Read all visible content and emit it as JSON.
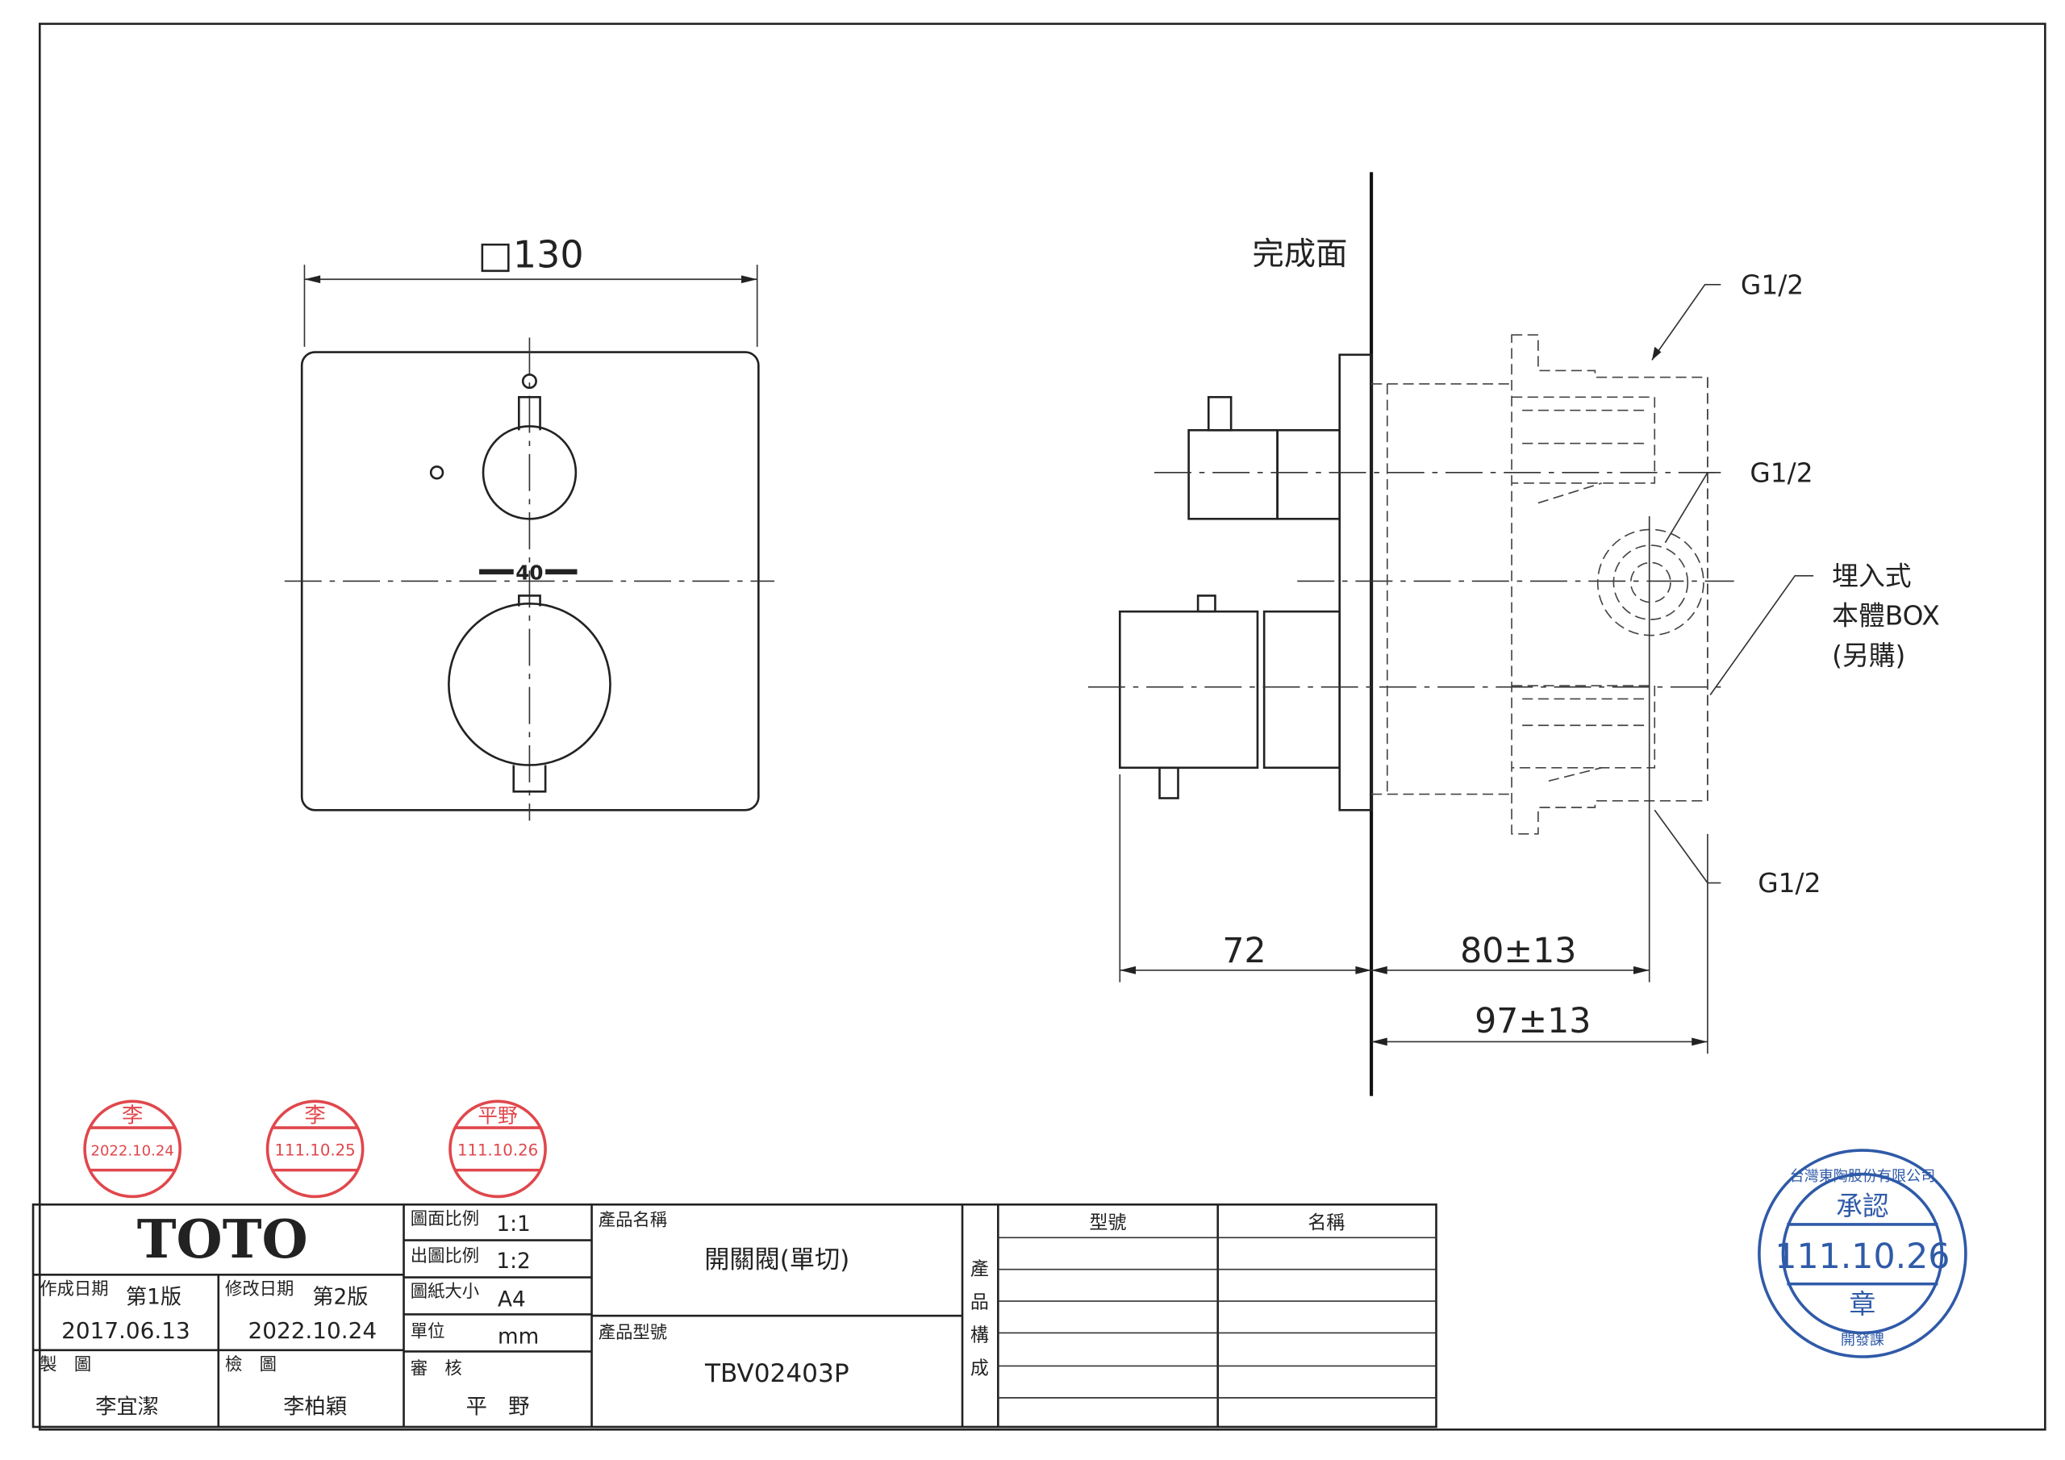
{
  "front_view": {
    "size_label": "□130",
    "knob_mark": "40"
  },
  "side_view": {
    "finish_surface_label": "完成面",
    "port_labels": [
      "G1/2",
      "G1/2",
      "G1/2"
    ],
    "box_note": [
      "埋入式",
      "本體BOX",
      "(另購)"
    ],
    "dimensions": {
      "d1": "72",
      "d2": "80±13",
      "d3": "97±13"
    }
  },
  "title_block": {
    "logo": "TOTO",
    "created_label": "作成日期",
    "created_version": "第1版",
    "created_date": "2017.06.13",
    "modified_label": "修改日期",
    "modified_version": "第2版",
    "modified_date": "2022.10.24",
    "drawn_label": "製　圖",
    "drawn_by": "李宜潔",
    "checked_label": "檢　圖",
    "checked_by": "李柏穎",
    "approved_label": "審　核",
    "approved_by": "平　野",
    "drawing_scale_label": "圖面比例",
    "drawing_scale": "1:1",
    "output_scale_label": "出圖比例",
    "output_scale": "1:2",
    "paper_label": "圖紙大小",
    "paper": "A4",
    "unit_label": "單位",
    "unit": "mm",
    "product_name_label": "產品名稱",
    "product_name": "開關閥(單切)",
    "product_model_label": "產品型號",
    "product_model": "TBV02403P",
    "composition_label": [
      "產",
      "品",
      "構",
      "成"
    ],
    "composition_headers": [
      "型號",
      "名稱"
    ]
  },
  "stamps": {
    "drawn": {
      "name": "李",
      "date": "2022.10.24"
    },
    "checked": {
      "name": "李",
      "date": "111.10.25"
    },
    "approved": {
      "name": "平野",
      "date": "111.10.26"
    },
    "approval": {
      "company": "台灣東陶股份有限公司",
      "title": "承認",
      "date": "111.10.26",
      "seal": "章",
      "dept": "開發課"
    }
  },
  "colors": {
    "stamp_red": "#e0474c",
    "stamp_blue": "#2f5aa8",
    "line": "#222222"
  }
}
